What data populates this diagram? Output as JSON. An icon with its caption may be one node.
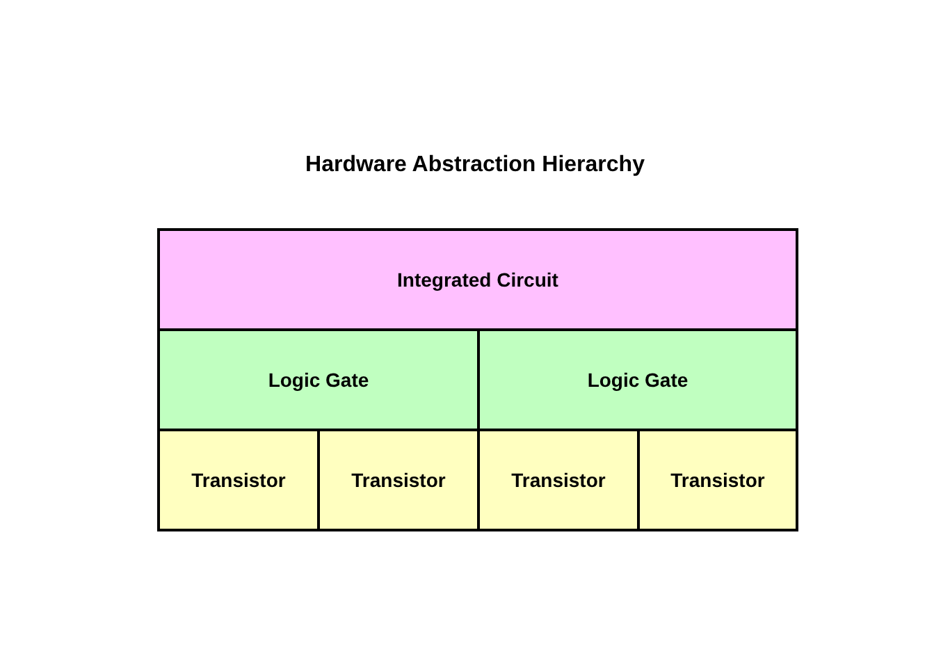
{
  "diagram": {
    "title": "Hardware Abstraction Hierarchy",
    "nodes": [
      {
        "text": [
          "Integrated Circuit"
        ]
      },
      {
        "text": [
          "Logic Gate"
        ]
      },
      {
        "text": [
          "Logic Gate"
        ]
      },
      {
        "text": [
          "Transistor"
        ]
      },
      {
        "text": [
          "Transistor"
        ]
      },
      {
        "text": [
          "Transistor"
        ]
      },
      {
        "text": [
          "Transistor"
        ]
      }
    ]
  }
}
